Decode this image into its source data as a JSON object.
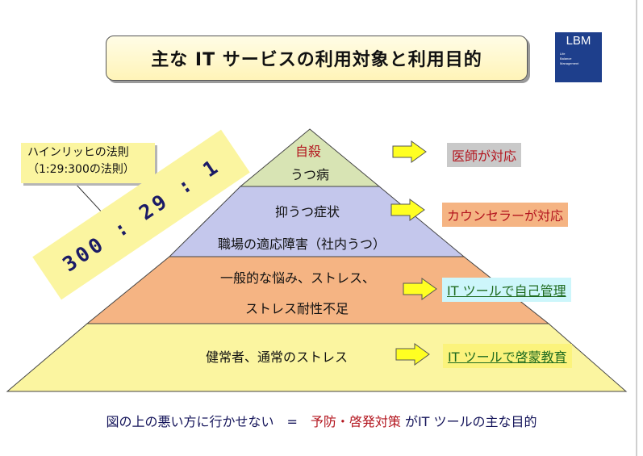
{
  "title": "主な IT サービスの利用対象と利用目的",
  "logo": {
    "brand": "LBM",
    "tagline": [
      "Life",
      "Balance",
      "Management"
    ]
  },
  "colors": {
    "top": "#d8e4b4",
    "second": "#c4c7ec",
    "third": "#f5b483",
    "bottom": "#fbf5a0",
    "arrow": "#ffff22",
    "title_bg": "#fff4b8",
    "bottom_text": "#14145a",
    "accent_text": "#b3151e"
  },
  "note": {
    "lines": [
      "ハインリッヒの法則",
      "（1:29:300の法則）"
    ]
  },
  "ratio": "300 : 29 : 1",
  "levels": {
    "top": {
      "line1": "自殺",
      "line2": "うつ病"
    },
    "second": {
      "line1": "抑うつ症状",
      "line2": "職場の適応障害（社内うつ）"
    },
    "third": {
      "line1": "一般的な悩み、ストレス、",
      "line2": "ストレス耐性不足"
    },
    "bottom": {
      "line1": "健常者、通常のストレス"
    }
  },
  "responses": [
    {
      "label": "医師が対応",
      "bg": "#c9c9c9",
      "color": "#b3151e"
    },
    {
      "label": "カウンセラーが対応",
      "bg": "#f5b483",
      "color": "#b3151e"
    },
    {
      "label": "IT ツールで自己管理",
      "bg": "#cdf6fb",
      "color": "#1f6b1f"
    },
    {
      "label": "IT ツールで啓蒙教育",
      "bg": "#fbf37c",
      "color": "#1f6b1f"
    }
  ],
  "footer": {
    "part1": "図の上の悪い方に行かせない　=　",
    "accent": "予防・啓発対策",
    "part2": " がIT ツールの主な目的"
  }
}
